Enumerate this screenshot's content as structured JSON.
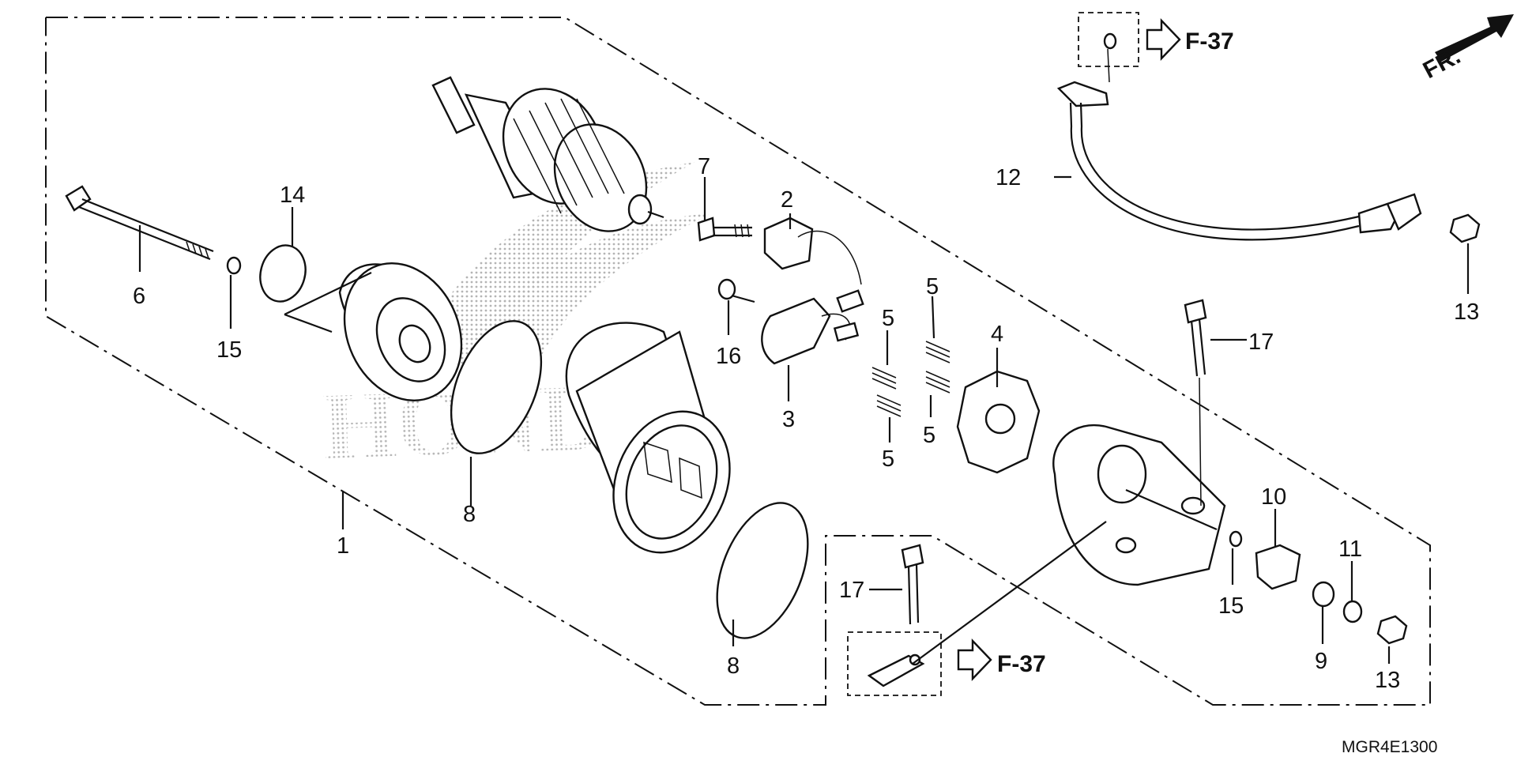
{
  "diagram": {
    "callouts": [
      {
        "id": "c1",
        "text": "1"
      },
      {
        "id": "c2",
        "text": "2"
      },
      {
        "id": "c3",
        "text": "3"
      },
      {
        "id": "c4",
        "text": "4"
      },
      {
        "id": "c5a",
        "text": "5"
      },
      {
        "id": "c5b",
        "text": "5"
      },
      {
        "id": "c5c",
        "text": "5"
      },
      {
        "id": "c5d",
        "text": "5"
      },
      {
        "id": "c6",
        "text": "6"
      },
      {
        "id": "c7",
        "text": "7"
      },
      {
        "id": "c8a",
        "text": "8"
      },
      {
        "id": "c8b",
        "text": "8"
      },
      {
        "id": "c9",
        "text": "9"
      },
      {
        "id": "c10",
        "text": "10"
      },
      {
        "id": "c11",
        "text": "11"
      },
      {
        "id": "c12",
        "text": "12"
      },
      {
        "id": "c13a",
        "text": "13"
      },
      {
        "id": "c13b",
        "text": "13"
      },
      {
        "id": "c14",
        "text": "14"
      },
      {
        "id": "c15a",
        "text": "15"
      },
      {
        "id": "c15b",
        "text": "15"
      },
      {
        "id": "c16",
        "text": "16"
      },
      {
        "id": "c17a",
        "text": "17"
      },
      {
        "id": "c17b",
        "text": "17"
      }
    ],
    "references": [
      {
        "id": "ref-top",
        "text": "F-37"
      },
      {
        "id": "ref-bottom",
        "text": "F-37"
      }
    ],
    "direction_label": "FR.",
    "diagram_code": "MGR4E1300",
    "watermark": "HONDA"
  }
}
